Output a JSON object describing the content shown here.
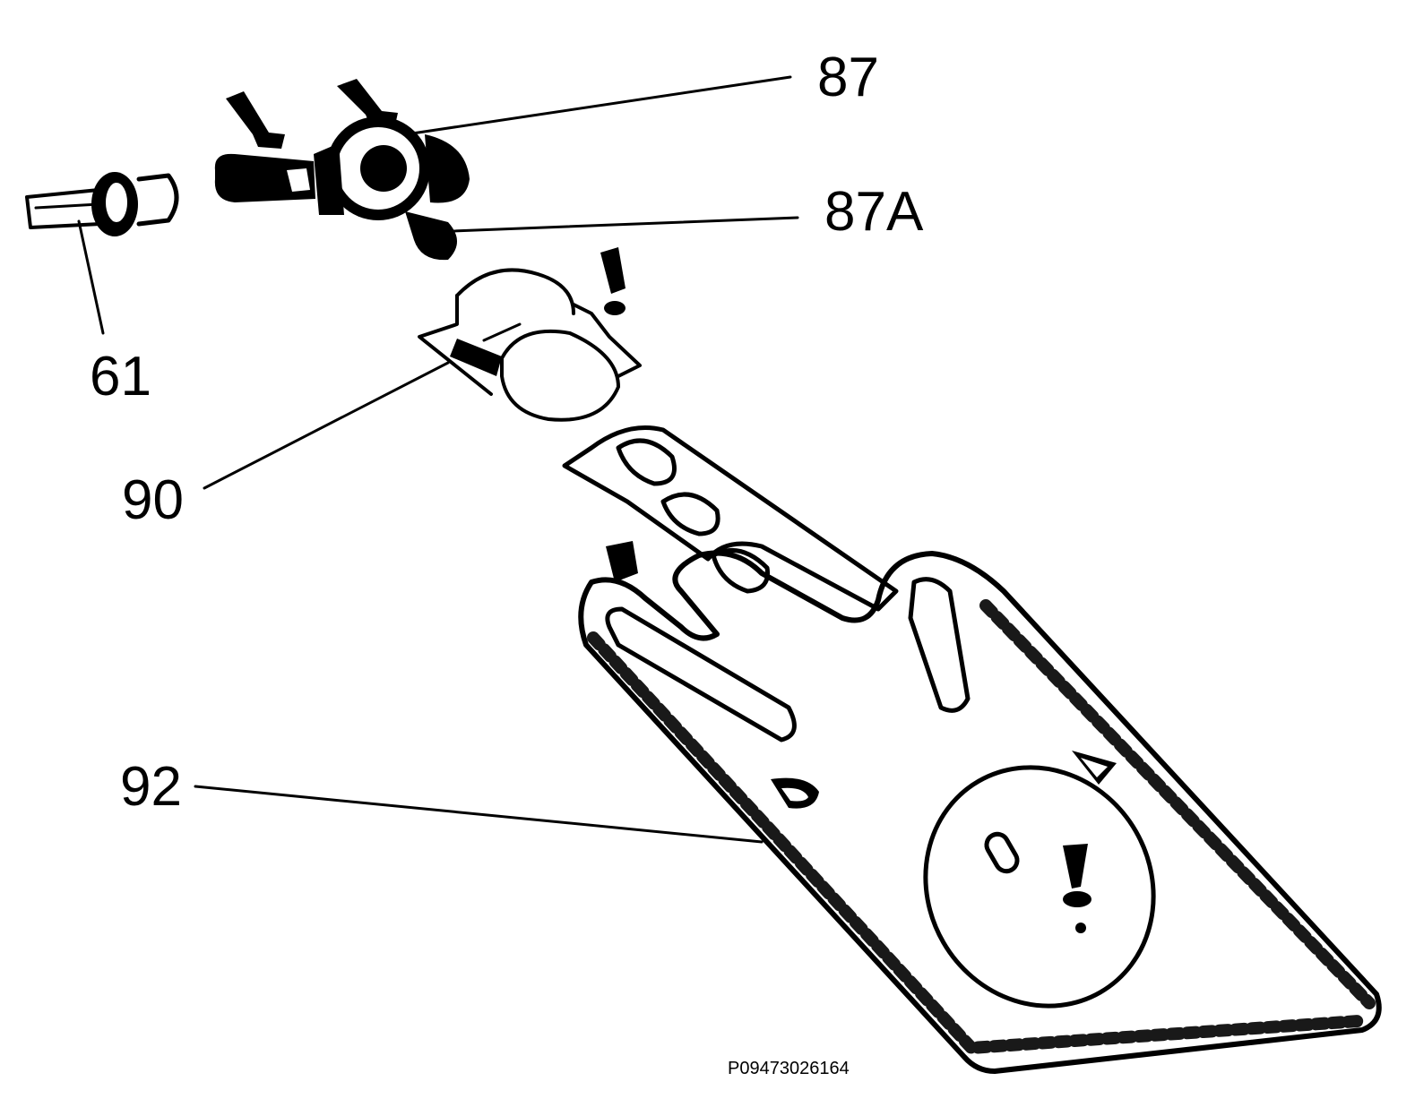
{
  "callouts": {
    "part_87": "87",
    "part_87a": "87A",
    "part_61": "61",
    "part_90": "90",
    "part_92": "92"
  },
  "reference_code": "P09473026164",
  "colors": {
    "ink": "#000000",
    "background": "#ffffff"
  }
}
